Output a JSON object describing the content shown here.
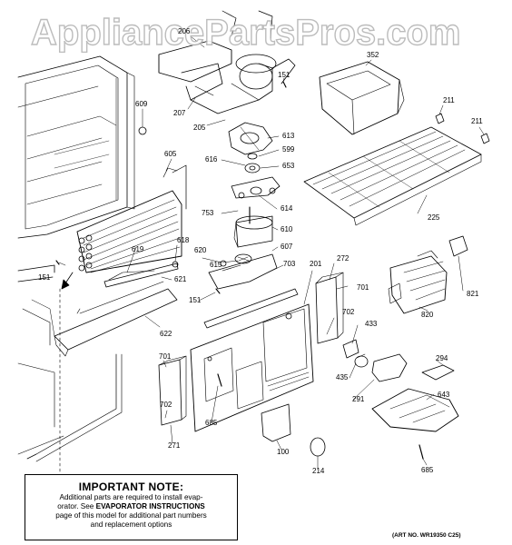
{
  "watermark": "AppliancePartsPros.com",
  "callouts": {
    "c206": "206",
    "c151a": "151",
    "c352": "352",
    "c609": "609",
    "c207": "207",
    "c205": "205",
    "c211a": "211",
    "c211b": "211",
    "c613": "613",
    "c599": "599",
    "c605": "605",
    "c616": "616",
    "c653": "653",
    "c753": "753",
    "c614": "614",
    "c610": "610",
    "c607": "607",
    "c225": "225",
    "c151b": "151",
    "c619": "619",
    "c618": "618",
    "c620": "620",
    "c615": "615",
    "c703": "703",
    "c201": "201",
    "c272": "272",
    "c821": "821",
    "c621": "621",
    "c151c": "151",
    "c701a": "701",
    "c622": "622",
    "c702a": "702",
    "c820": "820",
    "c433": "433",
    "c701b": "701",
    "c294": "294",
    "c435": "435",
    "c291": "291",
    "c643": "643",
    "c702b": "702",
    "c685a": "685",
    "c271": "271",
    "c100": "100",
    "c214": "214",
    "c685b": "685"
  },
  "note": {
    "title": "IMPORTANT NOTE:",
    "line1": "Additional parts are required to install evap-",
    "line2_pre": "orator.  See ",
    "line2_bold": "EVAPORATOR INSTRUCTIONS",
    "line3": "page of this model for additional part numbers",
    "line4": "and replacement options"
  },
  "art_number": "(ART NO. WR19350 C25)"
}
